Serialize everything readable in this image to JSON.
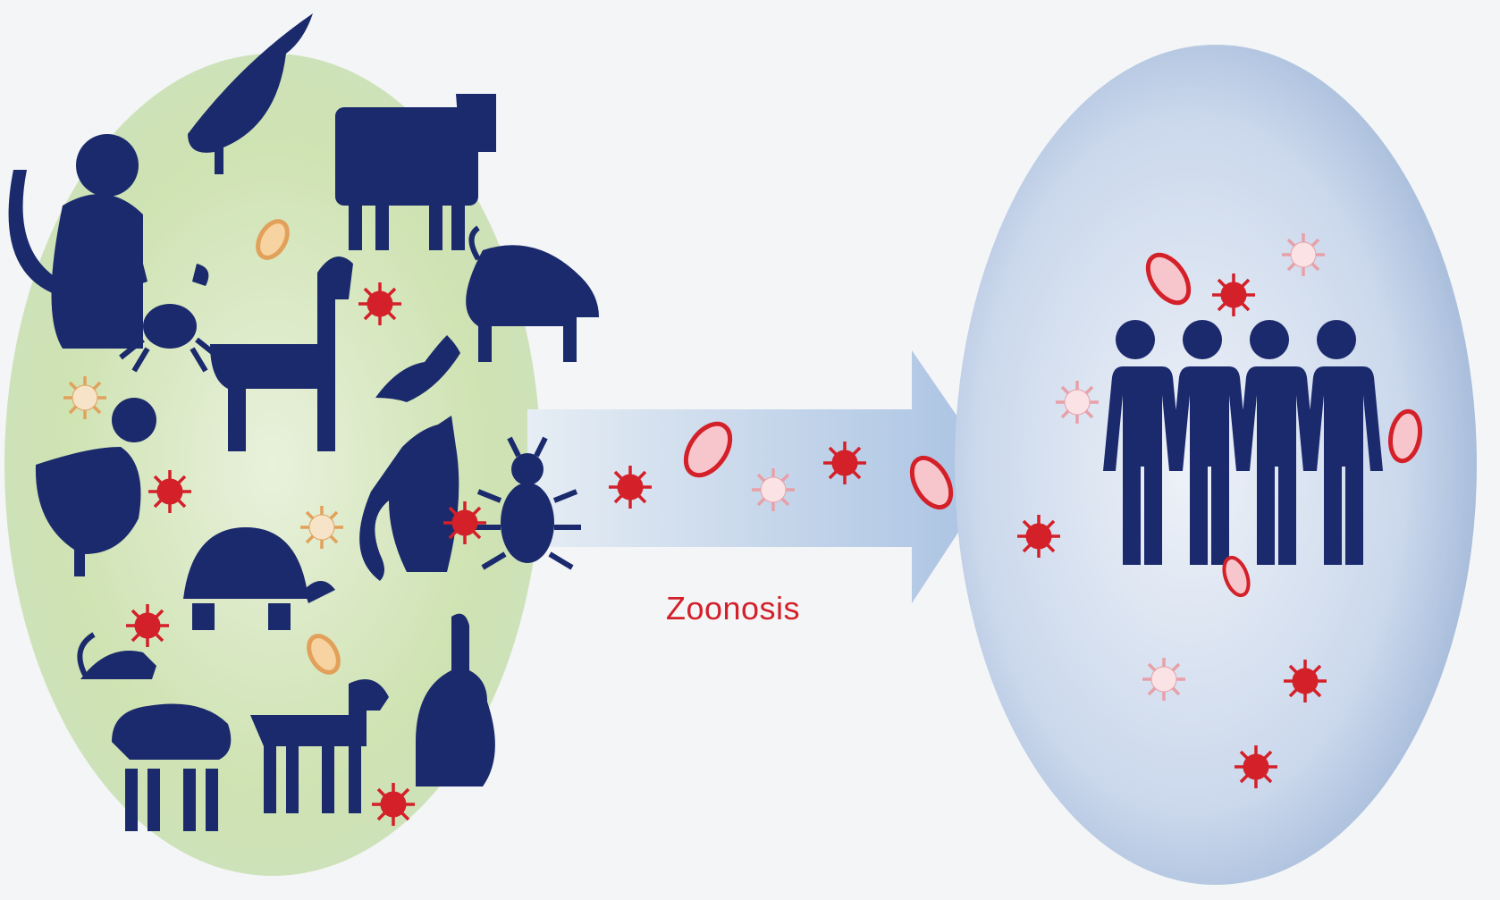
{
  "diagram": {
    "arrow_label": "Zoonosis",
    "colors": {
      "silhouette": "#1a2a6c",
      "pathogen_red": "#d32029",
      "pathogen_pink": "#e8a0a8",
      "bacteria_tan": "#e2a15a",
      "animal_blob": "#cfe3b3",
      "human_blob": "#c3d3ea",
      "arrow": "#b9cde6"
    },
    "animal_reservoir": {
      "animals": [
        "monkey",
        "bird",
        "cow",
        "crab",
        "horse",
        "pig",
        "bat",
        "chicken",
        "cat",
        "beetle",
        "turtle",
        "rat",
        "sheep",
        "dog",
        "rabbit"
      ]
    },
    "human_population": {
      "people_count": 4
    }
  }
}
